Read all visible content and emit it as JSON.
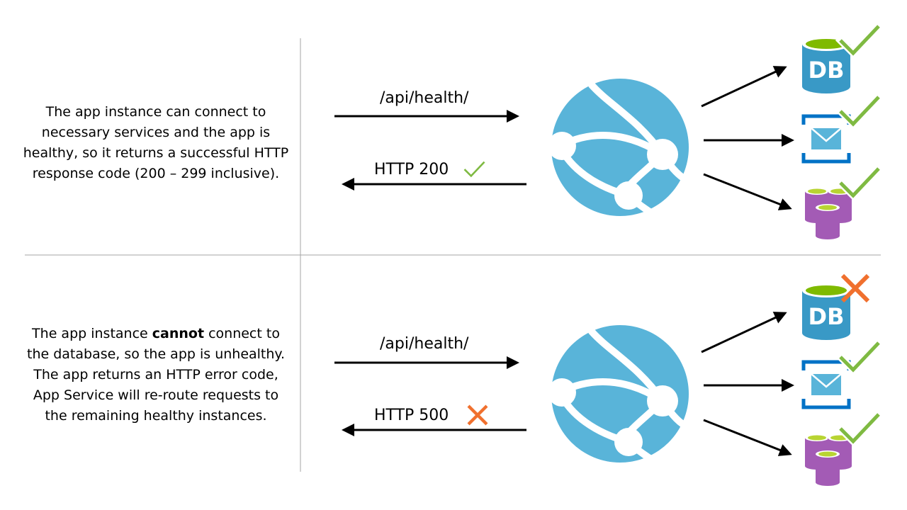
{
  "top": {
    "description": {
      "text": "The app instance can connect to necessary services and the app is healthy, so it returns a successful HTTP response code (200 – 299 inclusive)."
    },
    "request_label": "/api/health/",
    "response_label": "HTTP 200",
    "response_status_icon": "check-icon",
    "db_label": "DB",
    "services": [
      {
        "name": "database",
        "status": "ok"
      },
      {
        "name": "queue",
        "status": "ok"
      },
      {
        "name": "storage",
        "status": "ok"
      }
    ]
  },
  "bottom": {
    "description": {
      "before": "The app instance ",
      "emphasis": "cannot",
      "after": " connect to the database, so the app is unhealthy. The app returns an HTTP error code, App Service will re-route requests to the remaining healthy instances."
    },
    "request_label": "/api/health/",
    "response_label": "HTTP 500",
    "response_status_icon": "cross-icon",
    "db_label": "DB",
    "services": [
      {
        "name": "database",
        "status": "fail"
      },
      {
        "name": "queue",
        "status": "ok"
      },
      {
        "name": "storage",
        "status": "ok"
      }
    ]
  },
  "colors": {
    "globe": "#59B4D9",
    "db_body": "#3999C6",
    "db_top": "#7FBA00",
    "queue": "#0072C6",
    "storage": "#A35BB5",
    "check": "#7FBA42",
    "cross": "#F0702E",
    "divider": "#A6A6A6"
  }
}
